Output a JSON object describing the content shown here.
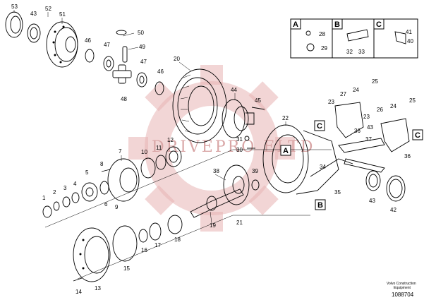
{
  "watermark": {
    "text": "DRIVEPRO ELTD",
    "color": "#d9a6a6"
  },
  "footer": {
    "brand": "Volvo Construction",
    "sub": "Equipment",
    "code": "1088704"
  },
  "inset_boxes": [
    {
      "letter": "A",
      "callouts": [
        "28",
        "29"
      ]
    },
    {
      "letter": "B",
      "callouts": [
        "32",
        "33"
      ]
    },
    {
      "letter": "C",
      "callouts": [
        "41",
        "40"
      ]
    }
  ],
  "diagram_refs": {
    "A": "A",
    "B": "B",
    "C1": "C",
    "C2": "C"
  },
  "callouts": {
    "c1": "1",
    "c2": "2",
    "c3": "3",
    "c4": "4",
    "c5": "5",
    "c6": "6",
    "c7": "7",
    "c8": "8",
    "c9": "9",
    "c10": "10",
    "c11": "11",
    "c12": "12",
    "c13": "13",
    "c14": "14",
    "c15": "15",
    "c16": "16",
    "c17": "17",
    "c18": "18",
    "c19": "19",
    "c20": "20",
    "c21": "21",
    "c22": "22",
    "c23a": "23",
    "c23b": "23",
    "c24a": "24",
    "c24b": "24",
    "c25a": "25",
    "c25b": "25",
    "c26": "26",
    "c27": "27",
    "c30": "30",
    "c31": "31",
    "c34": "34",
    "c35": "35",
    "c36a": "36",
    "c36b": "36",
    "c37": "37",
    "c38": "38",
    "c39": "39",
    "c42": "42",
    "c43a": "43",
    "c43b": "43",
    "c44": "44",
    "c45": "45",
    "c46a": "46",
    "c46b": "46",
    "c47a": "47",
    "c47b": "47",
    "c48": "48",
    "c49": "49",
    "c50": "50",
    "c51": "51",
    "c52": "52",
    "c53": "53"
  }
}
